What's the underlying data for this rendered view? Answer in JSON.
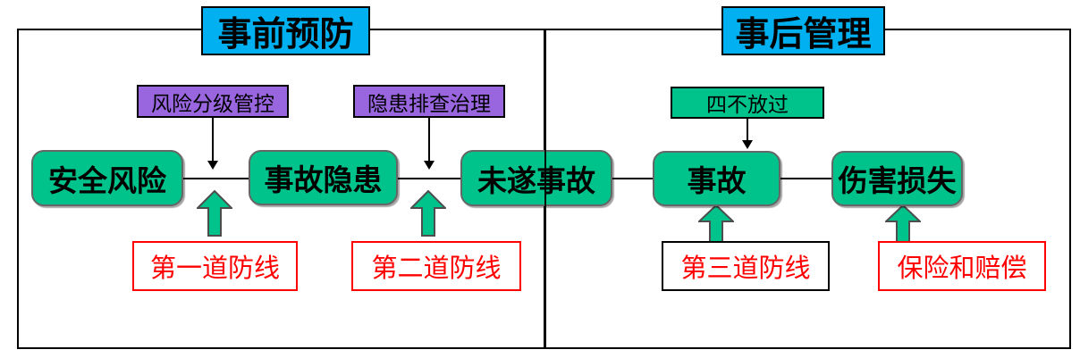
{
  "colors": {
    "cyan": "#00B0F0",
    "green": "#00C28B",
    "purple": "#9966E0",
    "red": "#FF0000",
    "line": "#000000"
  },
  "headers": {
    "pre": "事前预防",
    "post": "事后管理"
  },
  "tags": {
    "risk_grading": "风险分级管控",
    "hazard_inspection": "隐患排查治理",
    "four_nots": "四不放过"
  },
  "chain": {
    "safety_risk": "安全风险",
    "accident_hazard": "事故隐患",
    "near_miss": "未遂事故",
    "accident": "事故",
    "injury_loss": "伤害损失"
  },
  "defenses": {
    "first": "第一道防线",
    "second": "第二道防线",
    "third": "第三道防线",
    "insurance": "保险和赔偿"
  }
}
